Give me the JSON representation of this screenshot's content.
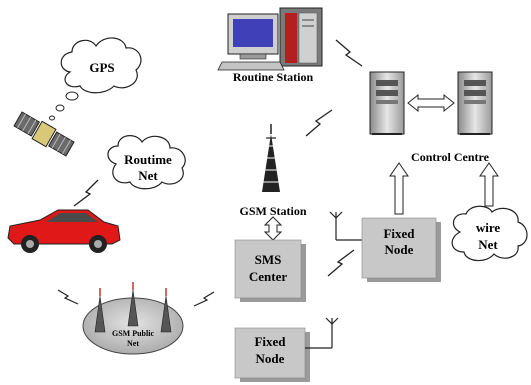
{
  "labels": {
    "routine_station": "Routine Station",
    "control_centre": "Control Centre",
    "gsm_station": "GSM Station"
  },
  "clouds": {
    "gps": "GPS",
    "routine_net": [
      "Routime",
      "Net"
    ],
    "wire_net": [
      "wire",
      "Net"
    ],
    "gsm_public": [
      "GSM Public",
      "Net"
    ]
  },
  "boxes": {
    "sms_center": [
      "SMS",
      "Center"
    ],
    "fixed_node_1": [
      "Fixed",
      "Node"
    ],
    "fixed_node_2": [
      "Fixed",
      "Node"
    ]
  },
  "colors": {
    "box_fill": "#c8c8c8",
    "box_shadow": "#9a9a9a",
    "car": "#e01818",
    "gsm_cloud": "#cfcfcf",
    "monitor_screen": "#4040b8",
    "tower_red": "#c83030"
  },
  "icons": [
    "satellite-icon",
    "car-icon",
    "computer-icon",
    "server-icon",
    "gsm-tower-icon",
    "antenna-icon",
    "lightning-icon",
    "double-arrow-icon"
  ]
}
